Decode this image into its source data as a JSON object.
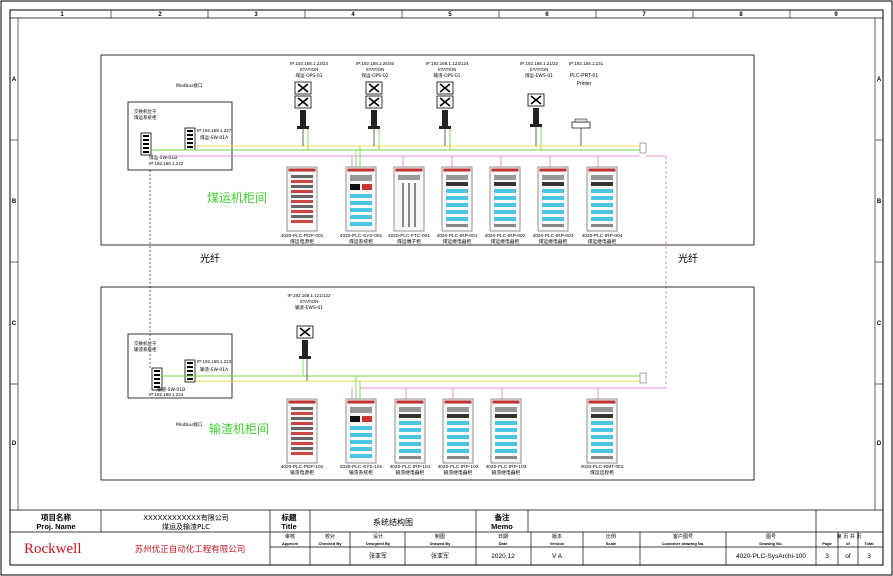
{
  "grid": {
    "columns": [
      "1",
      "2",
      "3",
      "4",
      "5",
      "6",
      "7",
      "8",
      "9"
    ],
    "rows": [
      "A",
      "B",
      "C",
      "D"
    ]
  },
  "top_section": {
    "area_label": "煤运机柜间",
    "modbus_label": "Modbus接口",
    "switch_box": {
      "title_line1": "交换机位于",
      "title_line2": "煤运系统柜",
      "sw_a_ip": "IP:192.168.1.227",
      "sw_a_name": "煤运-SW-01A",
      "sw_b_name": "煤运-SW-01B",
      "sw_b_ip": "IP:192.168.1.222"
    },
    "stations": [
      {
        "ip": "IP:192.168.1.23/24",
        "type": "STATION",
        "name": "煤运-OPS-01"
      },
      {
        "ip": "IP:192.168.1.25/26",
        "type": "STATION",
        "name": "煤运-OPS-02"
      },
      {
        "ip": "IP:192.168.1.123/124",
        "type": "STATION",
        "name": "输渣-OPS-01"
      },
      {
        "ip": "IP:192.168.1.21/22",
        "type": "STATION",
        "name": "煤运-EWS-01"
      }
    ],
    "printer": {
      "ip": "IP:192.168.1.231",
      "name": "PLC-PRT-01",
      "label": "Printer"
    },
    "cabinets": [
      {
        "code": "4020-PLC-PDP-001",
        "desc": "煤运电源柜"
      },
      {
        "code": "4020-PLC-SYS-001",
        "desc": "煤运系统柜"
      },
      {
        "code": "4020-PLC-FTC-001",
        "desc": "煤运端子柜"
      },
      {
        "code": "4020-PLC-IRP-001",
        "desc": "煤运继电器柜"
      },
      {
        "code": "4020-PLC-IRP-002",
        "desc": "煤运继电器柜"
      },
      {
        "code": "4020-PLC-IRP-003",
        "desc": "煤运继电器柜"
      },
      {
        "code": "4020-PLC-IRP-004",
        "desc": "煤运继电器柜"
      }
    ]
  },
  "fiber_left": "光纤",
  "fiber_right": "光纤",
  "bottom_section": {
    "area_label": "输渣机柜间",
    "modbus_label": "Modbus接口",
    "switch_box": {
      "title_line1": "交换机位于",
      "title_line2": "输渣系统柜",
      "sw_a_ip": "IP:192.168.1.223",
      "sw_a_name": "输渣-SW-01A",
      "sw_b_name": "输渣-SW-01B",
      "sw_b_ip": "IP:192.168.1.224"
    },
    "station": {
      "ip": "IP:192.168.1.121/122",
      "type": "STATION",
      "name": "输渣-EWS-01"
    },
    "cabinets": [
      {
        "code": "4020-PLC-PDP-101",
        "desc": "输渣电源柜"
      },
      {
        "code": "4020-PLC-SYS-101",
        "desc": "输渣系统柜"
      },
      {
        "code": "4020-PLC-IRP-101",
        "desc": "输渣继电器柜"
      },
      {
        "code": "4020-PLC-IRP-102",
        "desc": "输渣继电器柜"
      },
      {
        "code": "4020-PLC-IRP-103",
        "desc": "输渣继电器柜"
      },
      {
        "code": "4020-PLC-RMT-001",
        "desc": "煤运远程柜"
      }
    ]
  },
  "title_block": {
    "proj_name_cn": "项目名称",
    "proj_name_en": "Proj. Name",
    "company_line": "XXXXXXXXXXXX有限公司",
    "project_line": "煤运及输渣PLC",
    "title_cn": "标题",
    "title_en": "Title",
    "title_value": "系统结构图",
    "memo_cn": "备注",
    "memo_en": "Memo",
    "brand": "Rockwell",
    "contractor": "苏州优正自动化工程有限公司",
    "headers": [
      {
        "cn": "审核",
        "en": "Approve"
      },
      {
        "cn": "校对",
        "en": "Checked By"
      },
      {
        "cn": "设计",
        "en": "Designed By"
      },
      {
        "cn": "制图",
        "en": "Drawed By"
      },
      {
        "cn": "日期",
        "en": "Date"
      },
      {
        "cn": "版本",
        "en": "Version"
      },
      {
        "cn": "比例",
        "en": "Scale"
      },
      {
        "cn": "客户图号",
        "en": "Customer drawing No."
      },
      {
        "cn": "图号",
        "en": "Drawing No."
      }
    ],
    "values": {
      "designed_by": "张亚军",
      "drawed_by": "张亚军",
      "date": "2020.12",
      "version": "V A",
      "drawing_no": "4020-PLC-SysArchi-100"
    },
    "page": {
      "hdr_cn": "第 页 共 页",
      "page_en": "Page",
      "of_en": "of",
      "total_en": "Total",
      "page_no": "3",
      "of_word": "of",
      "total_no": "3"
    }
  }
}
